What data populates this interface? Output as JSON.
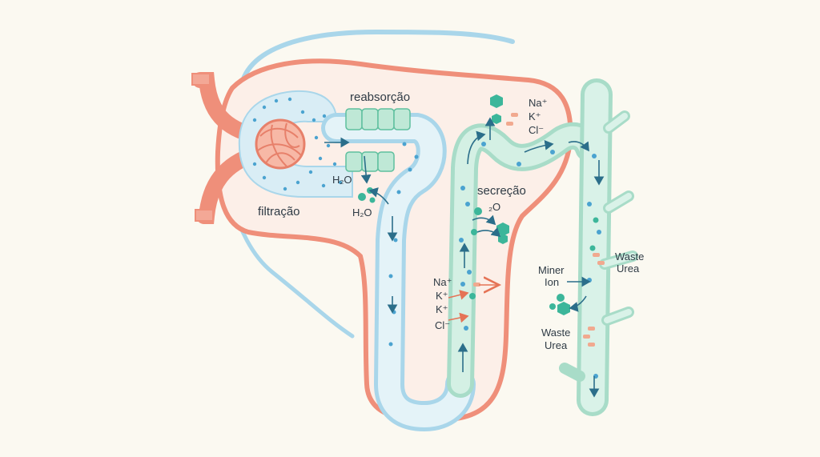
{
  "labels": {
    "filtration": "filtração",
    "reabsorption": "reabsorção",
    "secretion": "secreção",
    "water_top": "H₂O",
    "water_bottom": "H₂O",
    "secretion_water": "₂O",
    "ions_top": [
      "Na⁺",
      "K⁺",
      "Cl⁻"
    ],
    "ions_left": [
      "Na⁺",
      "K⁺",
      "K⁺",
      "Cl⁻"
    ],
    "mineral": "Miner",
    "ion": "Ion",
    "waste_top": "Waste",
    "urea_top": "Urea",
    "waste_bottom": "Waste",
    "urea_bottom": "Urea"
  },
  "colors": {
    "artery": "#ef8f7a",
    "nephron_outline": "#ef8f7a",
    "tubule_blue": "#d9edf5",
    "tubule_green": "#cfeee2",
    "duct_green": "#d6f1e7",
    "vessel_blue": "#a9d6ea",
    "arrow": "#2b6e8a",
    "arrow_orange": "#e57356",
    "particle_blue": "#4ba3d0",
    "particle_green": "#3cb69a",
    "particle_orange": "#f1a98f"
  }
}
